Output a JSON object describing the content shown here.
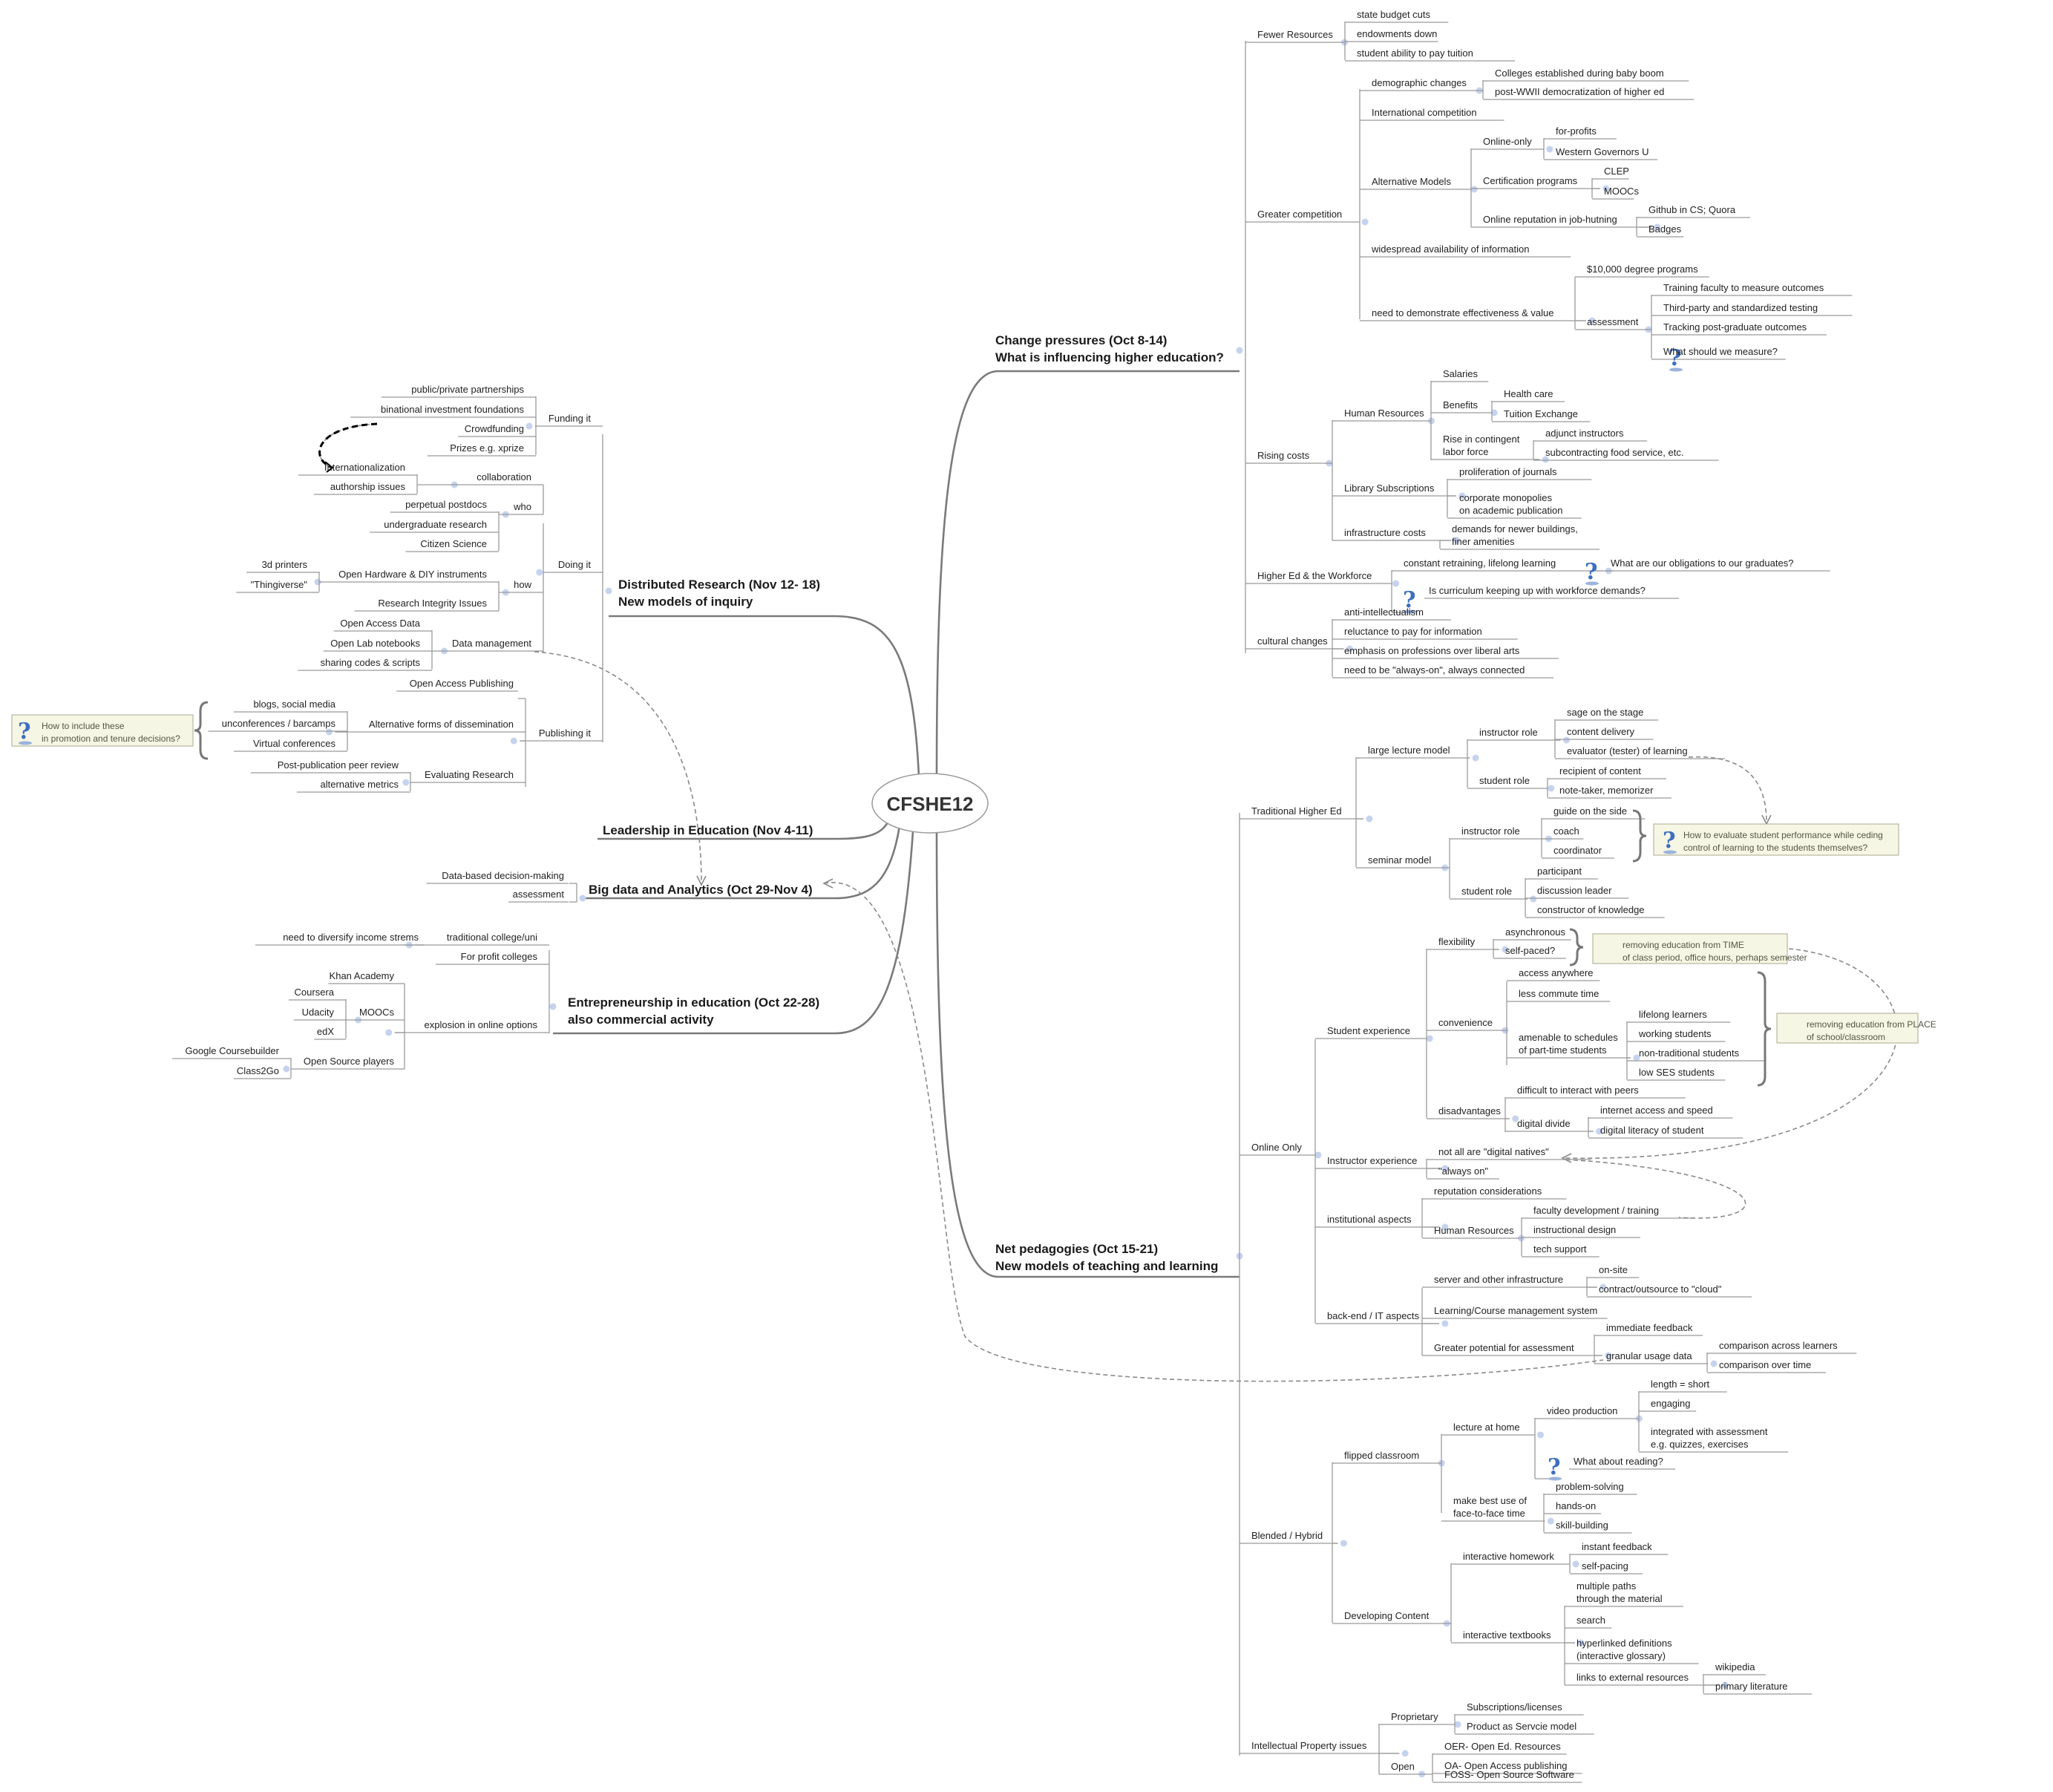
{
  "root": {
    "label": "CFSHE12"
  },
  "branches": {
    "change": [
      "Change pressures (Oct 8-14)",
      "What is influencing higher education?"
    ],
    "net": [
      "Net pedagogies (Oct 15-21)",
      "New models of teaching and learning"
    ],
    "dist": [
      "Distributed Research (Nov 12- 18)",
      "New models of inquiry"
    ],
    "lead": [
      "Leadership in Education (Nov 4-11)"
    ],
    "big": [
      "Big data and Analytics (Oct 29-Nov 4)"
    ],
    "ent": [
      "Entrepreneurship in education (Oct 22-28)",
      " also commercial activity"
    ]
  },
  "labels": {
    "fewer": "Fewer Resources",
    "sbc": "state budget cuts",
    "end": "endowments down",
    "sapt": "student ability to pay tuition",
    "gc": "Greater competition",
    "demo": "demographic changes",
    "ceb": "Colleges established during baby boom",
    "pww": "post-WWII democratization of higher ed",
    "ic": "International competition",
    "am": "Alternative Models",
    "oo": "Online-only",
    "fp": "for-profits",
    "wgu": "Western Governors U",
    "cp": "Certification programs",
    "clep": "CLEP",
    "mooc1": "MOOCs",
    "orj": "Online reputation in job-hutning",
    "ghc": "Github in CS; Quora",
    "badges": "Badges",
    "wai": "widespread availability of information",
    "nde": "need to demonstrate effectiveness & value",
    "dp10": "$10,000 degree programs",
    "assess1": "assessment",
    "tfm": "Training faculty to measure outcomes",
    "tpst": "Third-party and standardized testing",
    "tpgo": "Tracking post-graduate outcomes",
    "wsm": "What should we measure?",
    "rc": "Rising costs",
    "hr1": "Human Resources",
    "sal": "Salaries",
    "ben": "Benefits",
    "hc": "Health care",
    "te": "Tuition Exchange",
    "ricl": [
      "Rise in contingent",
      "labor force"
    ],
    "adj": "adjunct instructors",
    "sub": "subcontracting food service, etc.",
    "ls": "Library Subscriptions",
    "poj": "proliferation of journals",
    "cm": [
      "corporate monopolies",
      "on academic publication"
    ],
    "infra": "infrastructure costs",
    "dnb": [
      "demands for newer buildings,",
      "finer amenities"
    ],
    "hew": "Higher Ed & the Workforce",
    "crl": "constant retraining, lifelong learning",
    "woo": "What are our obligations to our graduates?",
    "ickp": "Is curriculum keeping up with workforce demands?",
    "cc": "cultural changes",
    "ai": "anti-intellectualism",
    "rpi": "reluctance to pay for information",
    "epl": "emphasis on professions over liberal arts",
    "nao": "need to be \"always-on\", always connected",
    "the": "Traditional Higher Ed",
    "llm": "large lecture model",
    "ir1": "instructor role",
    "sos": "sage on the stage",
    "cd": "content delivery",
    "etl": "evaluator (tester) of learning",
    "sr1": "student role",
    "roc": "recipient of content",
    "ntm": "note-taker, memorizer",
    "sm": "seminar model",
    "ir2": "instructor role",
    "gos": "guide on the side",
    "coach": "coach",
    "coord": "coordinator",
    "hte": [
      "How to evaluate student performance  while ceding",
      "control of learning to the students themselves?"
    ],
    "sr2": "student role",
    "part": "participant",
    "dl": "discussion leader",
    "cok": "constructor of knowledge",
    "ol": "Online Only",
    "se": "Student experience",
    "flex": "flexibility",
    "async": "asynchronous",
    "selfp": "self-paced?",
    "ret": [
      "removing education from TIME",
      "of class period, office hours, perhaps semester"
    ],
    "conv": "convenience",
    "aa": "access anywhere",
    "lct": "less commute time",
    "ats": [
      "amenable to schedules",
      "of part-time students"
    ],
    "lll": "lifelong learners",
    "ws": "working students",
    "nts": "non-traditional students",
    "lses": "low SES students",
    "rep": [
      "removing education from PLACE",
      "of school/classroom"
    ],
    "dis": "disadvantages",
    "dip": "difficult to interact with peers",
    "dd": "digital divide",
    "ias": "internet access and speed",
    "dls": "digital literacy of student",
    "ie": "Instructor experience",
    "nadn": "not all are \"digital natives\"",
    "ao": "\"always on\"",
    "ia": "institutional aspects",
    "rcons": "reputation considerations",
    "hr2": "Human Resources",
    "fdt": "faculty development / training",
    "idn": "instructional design",
    "ts": "tech support",
    "beit": "back-end / IT aspects",
    "soi": "server and other infrastructure",
    "onsite": "on-site",
    "coc": "contract/outsource to \"cloud\"",
    "lcms": "Learning/Course management system",
    "gpa": "Greater potential for assessment",
    "imf": "immediate feedback",
    "gud": "granular usage data",
    "cal": "comparison across learners",
    "cot": "comparison over time",
    "bh": "Blended / Hybrid",
    "fc": "flipped classroom",
    "lah": "lecture at home",
    "vp": "video production",
    "lens": "length = short",
    "eng": "engaging",
    "iwa": [
      "integrated with assessment",
      "e.g. quizzes, exercises"
    ],
    "war": "What about reading?",
    "mbu": [
      "make best use of",
      "face-to-face time"
    ],
    "ps": "problem-solving",
    "ho": "hands-on",
    "sb": "skill-building",
    "dc": "Developing Content",
    "ih": "interactive homework",
    "ifb": "instant feedback",
    "sp": "self-pacing",
    "it": "interactive textbooks",
    "mpt": [
      "multiple paths",
      "through the material"
    ],
    "srch": "search",
    "hd": [
      "hyperlinked definitions",
      "(interactive glossary)"
    ],
    "ler": "links to external resources",
    "wiki": "wikipedia",
    "pl": "primary literature",
    "ipi": "Intellectual Property issues",
    "prop": "Proprietary",
    "subl": "Subscriptions/licenses",
    "pasm": "Product as Servcie model",
    "open": "Open",
    "oer": "OER- Open Ed. Resources",
    "oap": "OA- Open Access publishing",
    "foss": "FOSS- Open Source Software",
    "fund": "Funding it",
    "ppp": "public/private partnerships",
    "bif": "binational investment foundations",
    "crowd": "Crowdfunding",
    "prize": "Prizes e.g. xprize",
    "doing": "Doing it",
    "collab": "collaboration",
    "intl": "Internationalization",
    "auth": "authorship issues",
    "who": "who",
    "ppd": "perpetual postdocs",
    "ugr": "undergraduate research",
    "cs": "Citizen Science",
    "how": "how",
    "ohd": "Open Hardware & DIY instruments",
    "p3d": "3d printers",
    "thing": "\"Thingiverse\"",
    "rii": "Research Integrity Issues",
    "dm": "Data management",
    "oad": "Open Access Data",
    "oln": "Open Lab notebooks",
    "scs": "sharing codes & scripts",
    "pub": "Publishing it",
    "oap2": "Open Access Publishing",
    "afd": "Alternative forms of dissemination",
    "bsm": "blogs, social media",
    "ucb": "unconferences / barcamps",
    "vc": "Virtual conferences",
    "hti": [
      "How to include these",
      "in promotion and tenure decisions?"
    ],
    "er": "Evaluating Research",
    "pppr": "Post-publication peer review",
    "am2": "alternative metrics",
    "dbdm": "Data-based decision-making",
    "assess2": "assessment",
    "tcu": "traditional college/uni",
    "ndi": "need to diversify income strems",
    "fpc": "For profit colleges",
    "eoo": "explosion in online options",
    "mooc2": "MOOCs",
    "khan": "Khan Academy",
    "coursera": "Coursera",
    "udacity": "Udacity",
    "edx": "edX",
    "osp": "Open Source players",
    "gcb": "Google Coursebuilder",
    "c2g": "Class2Go"
  },
  "icons": {
    "question": "question-icon",
    "brace": "brace-icon"
  },
  "colors": {
    "line": "#9a9a9a",
    "branch": "#7a7a7a",
    "dot": "#c6d3ef",
    "note_fill": "#f6f6e4",
    "note_border": "#a8a890",
    "question": "#3e6fbf"
  }
}
